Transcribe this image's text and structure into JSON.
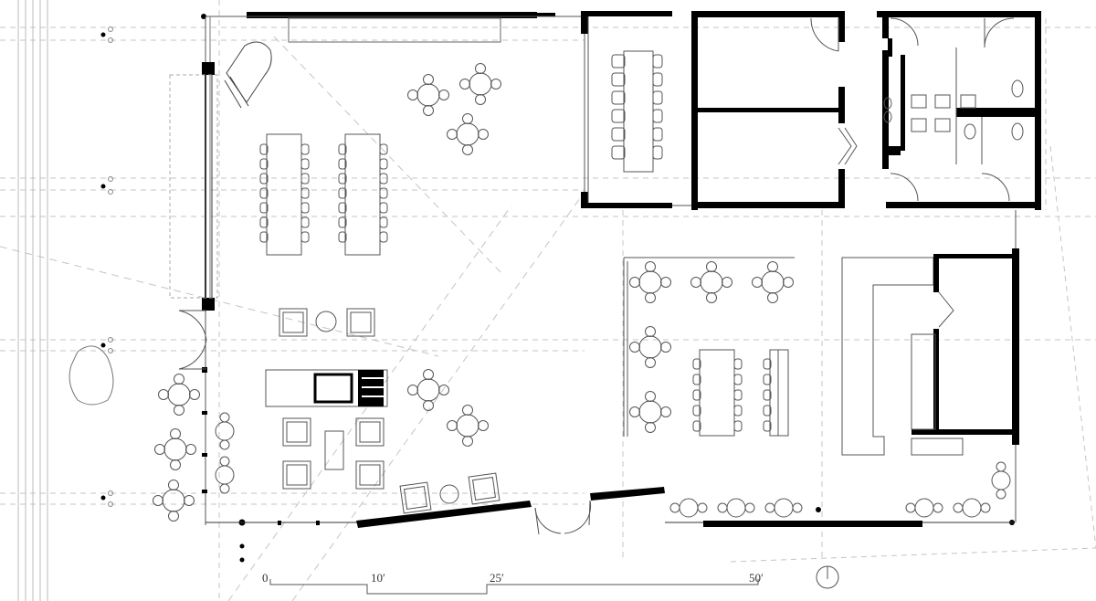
{
  "scale_bar": {
    "labels": [
      "0",
      "10′",
      "25′",
      "50′"
    ]
  },
  "north_arrow": {
    "icon": "north-arrow-icon"
  },
  "colors": {
    "wall": "#000000",
    "line": "#555555",
    "guide": "#bbbbbb",
    "background": "#ffffff"
  }
}
